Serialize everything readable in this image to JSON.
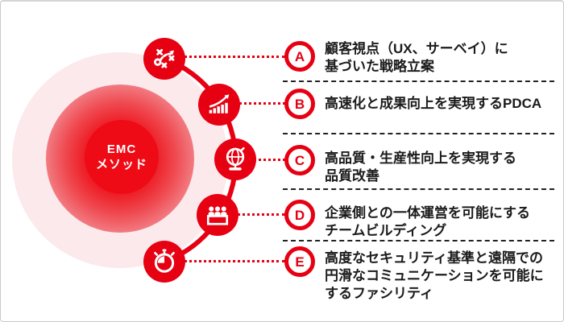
{
  "diagram": {
    "title": "EMC method diagram",
    "center": {
      "lines": [
        "EMC",
        "メソッド"
      ]
    },
    "items": [
      {
        "letter": "A",
        "icon": "strategy-icon",
        "lines": [
          "顧客視点（UX、サーベイ）に",
          "基づいた戦略立案"
        ]
      },
      {
        "letter": "B",
        "icon": "growth-chart-icon",
        "lines": [
          "高速化と成果向上を実現するPDCA"
        ]
      },
      {
        "letter": "C",
        "icon": "globe-icon",
        "lines": [
          "高品質・生産性向上を実現する",
          "品質改善"
        ]
      },
      {
        "letter": "D",
        "icon": "team-icon",
        "lines": [
          "企業側との一体運営を可能にする",
          "チームビルディング"
        ]
      },
      {
        "letter": "E",
        "icon": "stopwatch-icon",
        "lines": [
          "高度なセキュリティ基準と遠隔での",
          "円滑なコミュニケーションを可能に",
          "するファシリティ"
        ]
      }
    ],
    "colors": {
      "primary_red": "#e60012",
      "inner_circle_red": "#ee0b16",
      "glow_outer_pink": "#fbe9ec",
      "text_black": "#1b1b1b",
      "separator_black": "#222222",
      "canvas_border_gray": "#c9c9c9"
    }
  }
}
